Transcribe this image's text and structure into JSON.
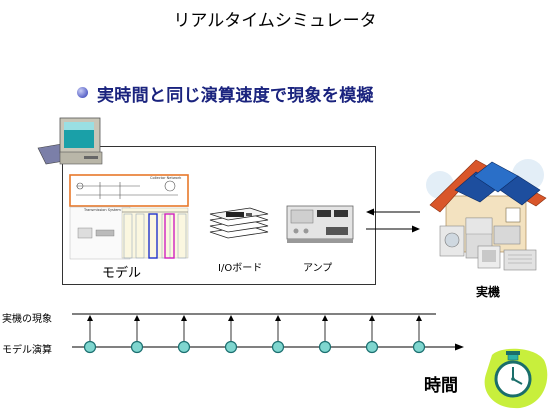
{
  "title": "リアルタイムシミュレータ",
  "bullet": "実時間と同じ演算速度で現象を模擬",
  "labels": {
    "model": "モデル",
    "io_board": "I/Oボード",
    "amplifier": "アンプ",
    "real_machine": "実機",
    "real_phenomenon": "実機の現象",
    "model_calc": "モデル演算",
    "time": "時間"
  },
  "screen_text": {
    "collector_network": "Collector Network",
    "transmission_system": "Transmission System"
  },
  "timeline": {
    "sync_points": 8
  },
  "colors": {
    "accent": "#1a237e",
    "teal_dot": "#7fd6cf",
    "orange_frame": "#e8782a"
  }
}
